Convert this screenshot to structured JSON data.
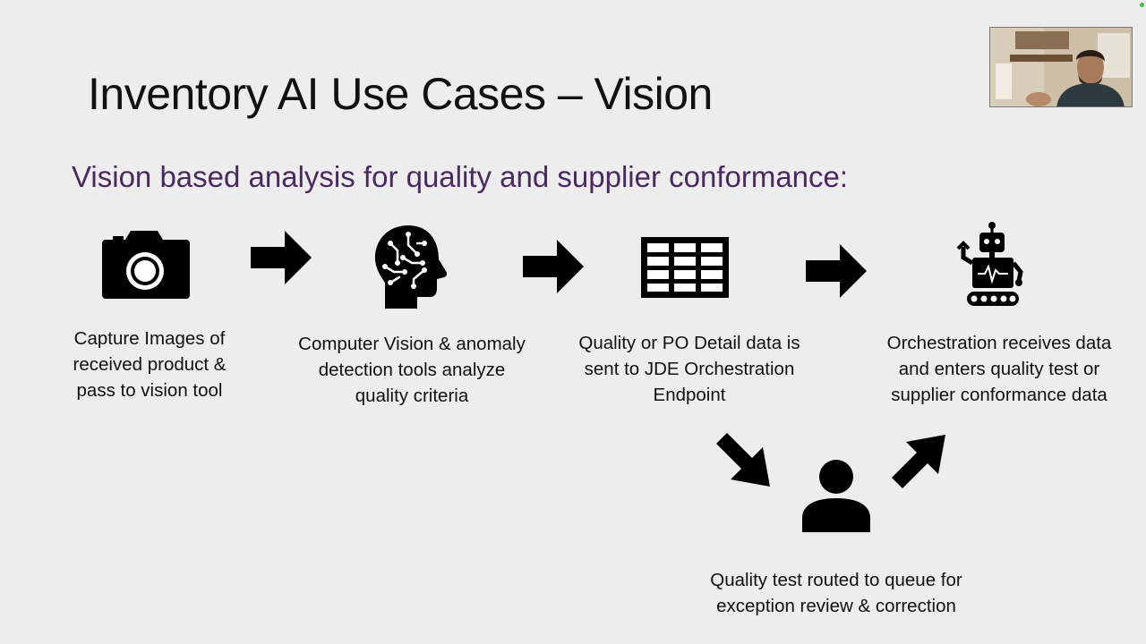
{
  "slide": {
    "title": "Inventory AI Use Cases – Vision",
    "subtitle": "Vision based analysis for quality and supplier conformance:"
  },
  "steps": [
    {
      "icon": "camera-icon",
      "caption": [
        "Capture Images of",
        "received product &",
        "pass to vision tool"
      ]
    },
    {
      "icon": "ai-head-icon",
      "caption": [
        "Computer Vision & anomaly",
        "detection tools analyze",
        "quality criteria"
      ]
    },
    {
      "icon": "table-grid-icon",
      "caption": [
        "Quality or PO Detail data is",
        "sent to JDE Orchestration",
        "Endpoint"
      ]
    },
    {
      "icon": "robot-icon",
      "caption": [
        "Orchestration receives data",
        "and enters quality test or",
        "supplier conformance data"
      ]
    }
  ],
  "exception": {
    "icon": "person-icon",
    "caption": [
      "Quality test routed to queue for",
      "exception review & correction"
    ]
  },
  "colors": {
    "background": "#ededed",
    "title": "#111111",
    "subtitle": "#4a2a5e",
    "icon": "#000000",
    "status_dot": "#3cc43c"
  }
}
